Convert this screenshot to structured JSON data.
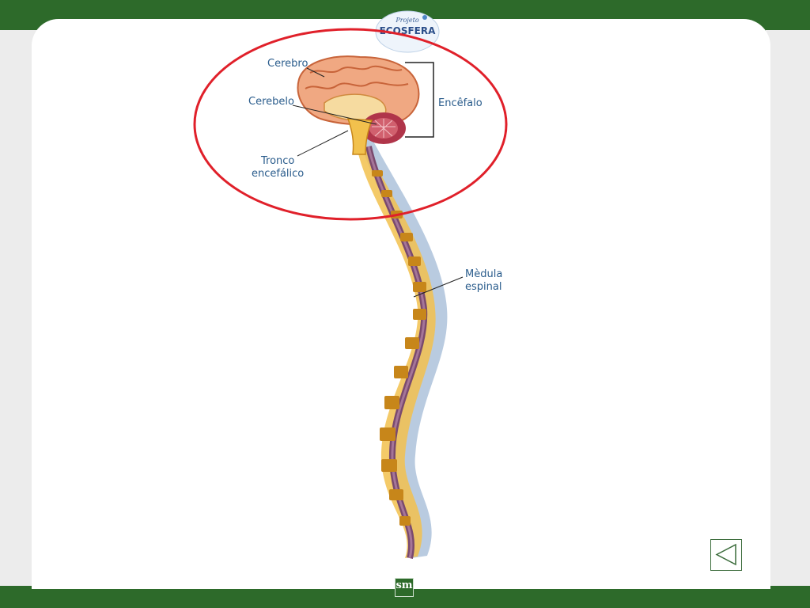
{
  "logo": {
    "line1": "Projeto",
    "line2": "ECOSFERA"
  },
  "labels": {
    "cerebro": "Cerebro",
    "cerebelo": "Cerebelo",
    "encefalo": "Encêfalo",
    "tronco_line1": "Tronco",
    "tronco_line2": "encefálico",
    "medula_line1": "Mèdula",
    "medula_line2": "espinal"
  },
  "footer": {
    "brand": "sm"
  },
  "icons": {
    "next": "triangle-left-icon"
  },
  "colors": {
    "band": "#2d6a2a",
    "highlight": "#e0202a",
    "label": "#2a5c8c"
  }
}
